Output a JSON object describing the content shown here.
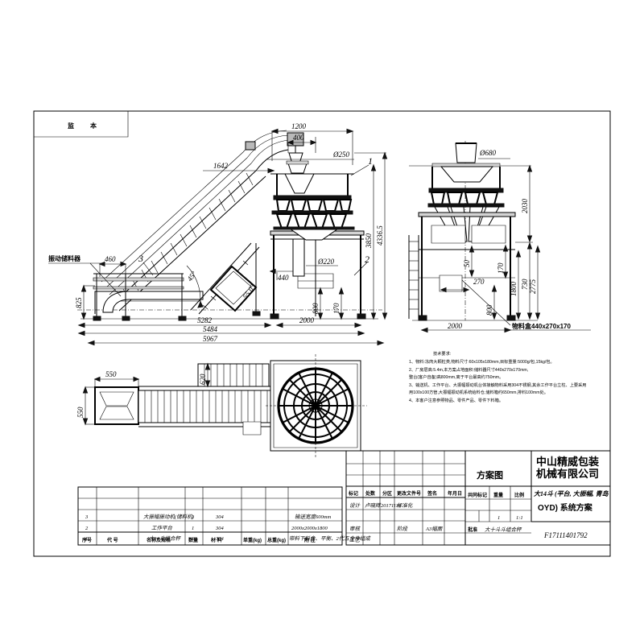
{
  "sheet": {
    "revision_box_label_1": "监",
    "revision_box_label_2": "本"
  },
  "front_view": {
    "callout_vibrating_hopper": "振动储料器",
    "dims": {
      "d1200": "1200",
      "d400": "400",
      "dia250": "Ø250",
      "d1642": "1642",
      "d460": "460",
      "d825": "825",
      "d3850": "3850",
      "d4336_5": "4336.5",
      "d440": "440",
      "dia220": "Ø220",
      "d800": "800",
      "d170": "170",
      "d2000": "2000",
      "d5282": "5282",
      "d5484": "5484",
      "d5967": "5967",
      "ang45": "45°",
      "ang55": "55.0°"
    },
    "balloons": [
      "1",
      "2",
      "3"
    ]
  },
  "side_view": {
    "dims": {
      "dia680": "Ø680",
      "d2030": "2030",
      "d730": "730",
      "d2775": "2775",
      "d1800": "1800",
      "d800": "800",
      "d170": "170",
      "d50": "50",
      "d270": "270",
      "d2000": "2000"
    },
    "callout_material_box": "物料盒440x270x170"
  },
  "plan_view": {
    "dims": {
      "d550_w": "550",
      "d550_h": "550",
      "d620": "620"
    }
  },
  "notes": {
    "title": "技术要求:",
    "lines": [
      "1、物料:冻肉大颗粒类,物料尺寸:60x105x180mm,目标重量:5000g/包,15kg/包。",
      "2、厂房层高:5.4m,本方案占地面积:储料器尺寸440x270x170mm,",
      "   整台(客户自备)高800mm,离于平台最高约750mm。",
      "3、输送机、工作平台、大振幅振动机台体接触物料采用304不锈钢,其余工作平台立柱、上要采用",
      "   用100x100方管,大振幅振动机系统给料仓,储料箱约650mm,排料100mm处。",
      "4、本客户注意参照物品、零件产品、零件下料箱。"
    ]
  },
  "parts_table": {
    "headers": [
      "序号",
      "代  号",
      "名称及规格",
      "数量",
      "材   料",
      "单重(kg)",
      "总重(kg)",
      "附    注"
    ],
    "rows": [
      {
        "no": "3",
        "code": "",
        "name": "大振幅振动机(储料机)",
        "qty": "1",
        "material": "304",
        "unit_w": "",
        "total_w": "",
        "remark": "输送宽度600mm"
      },
      {
        "no": "2",
        "code": "",
        "name": "工作平台",
        "qty": "1",
        "material": "304",
        "unit_w": "",
        "total_w": "",
        "remark": "2000x2000x1800"
      },
      {
        "no": "1",
        "code": "",
        "name": "大14斗组合秤",
        "qty": "1",
        "material": "304",
        "unit_w": "",
        "total_w": "",
        "remark": "带料下料盒、平衡、2代五金件组成"
      }
    ]
  },
  "title_block": {
    "drawing_type": "方案图",
    "company_line1": "中山精威包装",
    "company_line2": "机械有限公司",
    "product_line1": "大14斗 (平台, 大振幅, 青岛",
    "product_line2": "OYD) 系统方案",
    "drawing_number": "F17111401792",
    "left_headers": [
      "标记",
      "处数",
      "分区",
      "更改文件号",
      "签名",
      "年月日"
    ],
    "rows": [
      {
        "label": "设计",
        "name": "卢晓辉",
        "date": "20171114",
        "role": "标准化",
        "v1": "",
        "v2": ""
      },
      {
        "label": "审核",
        "name": "",
        "date": "",
        "role": "阶段",
        "v1": "A3幅面",
        "v2": ""
      },
      {
        "label": "工艺",
        "name": "",
        "date": "",
        "role": "",
        "v1": "",
        "v2": ""
      }
    ],
    "right_headers": [
      "共同标记",
      "重量",
      "比例"
    ],
    "right_values": [
      "1",
      "1:1"
    ],
    "approve_label": "批准",
    "approve_value": "大十斗斗组合秤"
  }
}
